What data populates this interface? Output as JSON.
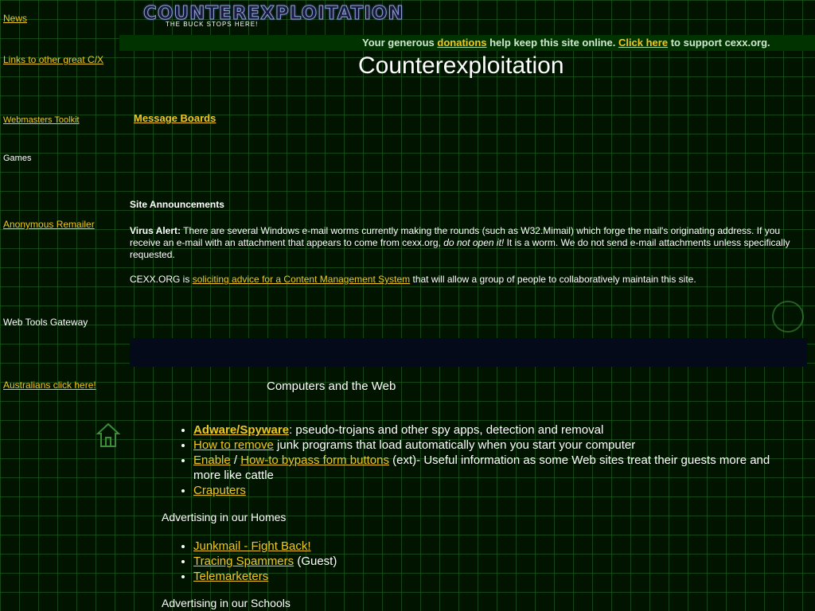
{
  "header": {
    "logo_text": "COUNTEREXPLOITATION",
    "logo_tagline": "THE BUCK STOPS HERE!",
    "top_small_text": "",
    "donation": {
      "prefix": "Your generous ",
      "donations_link": "donations",
      "middle": " help keep this site online. ",
      "click_here_link": "Click here",
      "suffix": " to support cexx.org."
    },
    "site_title": "Counterexploitation"
  },
  "sidebar": {
    "news_link": "News",
    "links_other_cx": "Links to other great C/X",
    "webmasters_toolkit": "Webmasters Toolkit",
    "message_boards": "Message Boards",
    "games_label": "Games",
    "anonymous_remailer": "Anonymous Remailer",
    "web_tools_gateway": "Web Tools Gateway",
    "australians": "Australians click here!"
  },
  "announcements": {
    "title": "Site Announcements",
    "virus_label": "Virus Alert:",
    "virus_text_1": " There are several Windows e-mail worms currently making the rounds (such as W32.Mimail) which forge the mail's originating address. If you receive an e-mail with an attachment that appears to come from cexx.org, ",
    "virus_text_italic": "do not open it!",
    "virus_text_2": " It is a worm. We do not send e-mail attachments unless specifically requested.",
    "cms_prefix": "CEXX.ORG is ",
    "cms_link": "soliciting advice for a Content Management System",
    "cms_suffix": " that will allow a group of people to collaboratively maintain this site."
  },
  "section": {
    "heading": "",
    "subheading": "Computers and the Web"
  },
  "computers_list": [
    {
      "link": "Adware/Spyware",
      "text": ": pseudo-trojans and other spy apps, detection and removal"
    },
    {
      "link": "How to remove",
      "text": " junk programs that load automatically when you start your computer"
    },
    {
      "link": "Enable",
      "link2": "How-to bypass form buttons",
      "text": " (ext)- Useful information as some Web sites treat their guests more and more like cattle"
    },
    {
      "link": "Craputers",
      "text": ""
    }
  ],
  "homes": {
    "heading": "Advertising in our Homes",
    "items": [
      {
        "link": "Junkmail - Fight Back!",
        "text": ""
      },
      {
        "link": "Tracing Spammers",
        "text": " (Guest)"
      },
      {
        "link": "Telemarketers",
        "text": ""
      }
    ]
  },
  "schools": {
    "heading": "Advertising in our Schools"
  },
  "colors": {
    "background": "#001400",
    "grid": "#286e28",
    "link": "#f2c81e",
    "donation_bar": "#003300",
    "section_bar": "#050a1a"
  }
}
